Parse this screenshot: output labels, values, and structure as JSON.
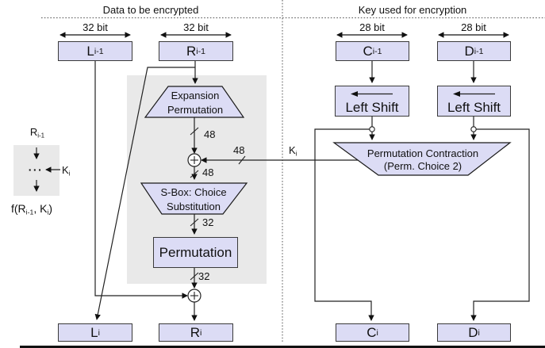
{
  "titles": {
    "data_half": "Data to be encrypted",
    "key_half": "Key used for encryption"
  },
  "bit_widths": {
    "l": "32 bit",
    "r": "32 bit",
    "c": "28 bit",
    "d": "28 bit"
  },
  "registers": {
    "l_prev": {
      "base": "L",
      "sub": "i-1"
    },
    "r_prev": {
      "base": "R",
      "sub": "i-1"
    },
    "c_prev": {
      "base": "C",
      "sub": "i-1"
    },
    "d_prev": {
      "base": "D",
      "sub": "i-1"
    },
    "l_next": {
      "base": "L",
      "sub": "i"
    },
    "r_next": {
      "base": "R",
      "sub": "i"
    },
    "c_next": {
      "base": "C",
      "sub": "i"
    },
    "d_next": {
      "base": "D",
      "sub": "i"
    }
  },
  "blocks": {
    "expansion": {
      "line1": "Expansion",
      "line2": "Permutation"
    },
    "sbox": {
      "line1": "S-Box: Choice",
      "line2": "Substitution"
    },
    "permutation": {
      "label": "Permutation"
    },
    "left_shift_c": {
      "label": "Left Shift"
    },
    "left_shift_d": {
      "label": "Left Shift"
    },
    "perm_contraction": {
      "line1": "Permutation Contraction",
      "line2": "(Perm. Choice 2)"
    }
  },
  "bus_labels": {
    "expansion_out": "48",
    "key_in": "48",
    "xor_out": "48",
    "sbox_out": "32",
    "perm_out": "32"
  },
  "key_label": {
    "base": "K",
    "sub": "i"
  },
  "legend": {
    "input": {
      "base": "R",
      "sub": "i-1"
    },
    "dots": "···",
    "key": {
      "base": "K",
      "sub": "i"
    },
    "output": {
      "p1": "f(R",
      "s1": "i-1",
      "p2": ", K",
      "s2": "i",
      "p3": ")"
    }
  },
  "colors": {
    "box_fill": "#dcdcf5",
    "box_border": "#3a3a3a",
    "gray_fill": "#e9e9e9",
    "line": "#222222",
    "divider": "#555555",
    "bar": "#111111"
  }
}
